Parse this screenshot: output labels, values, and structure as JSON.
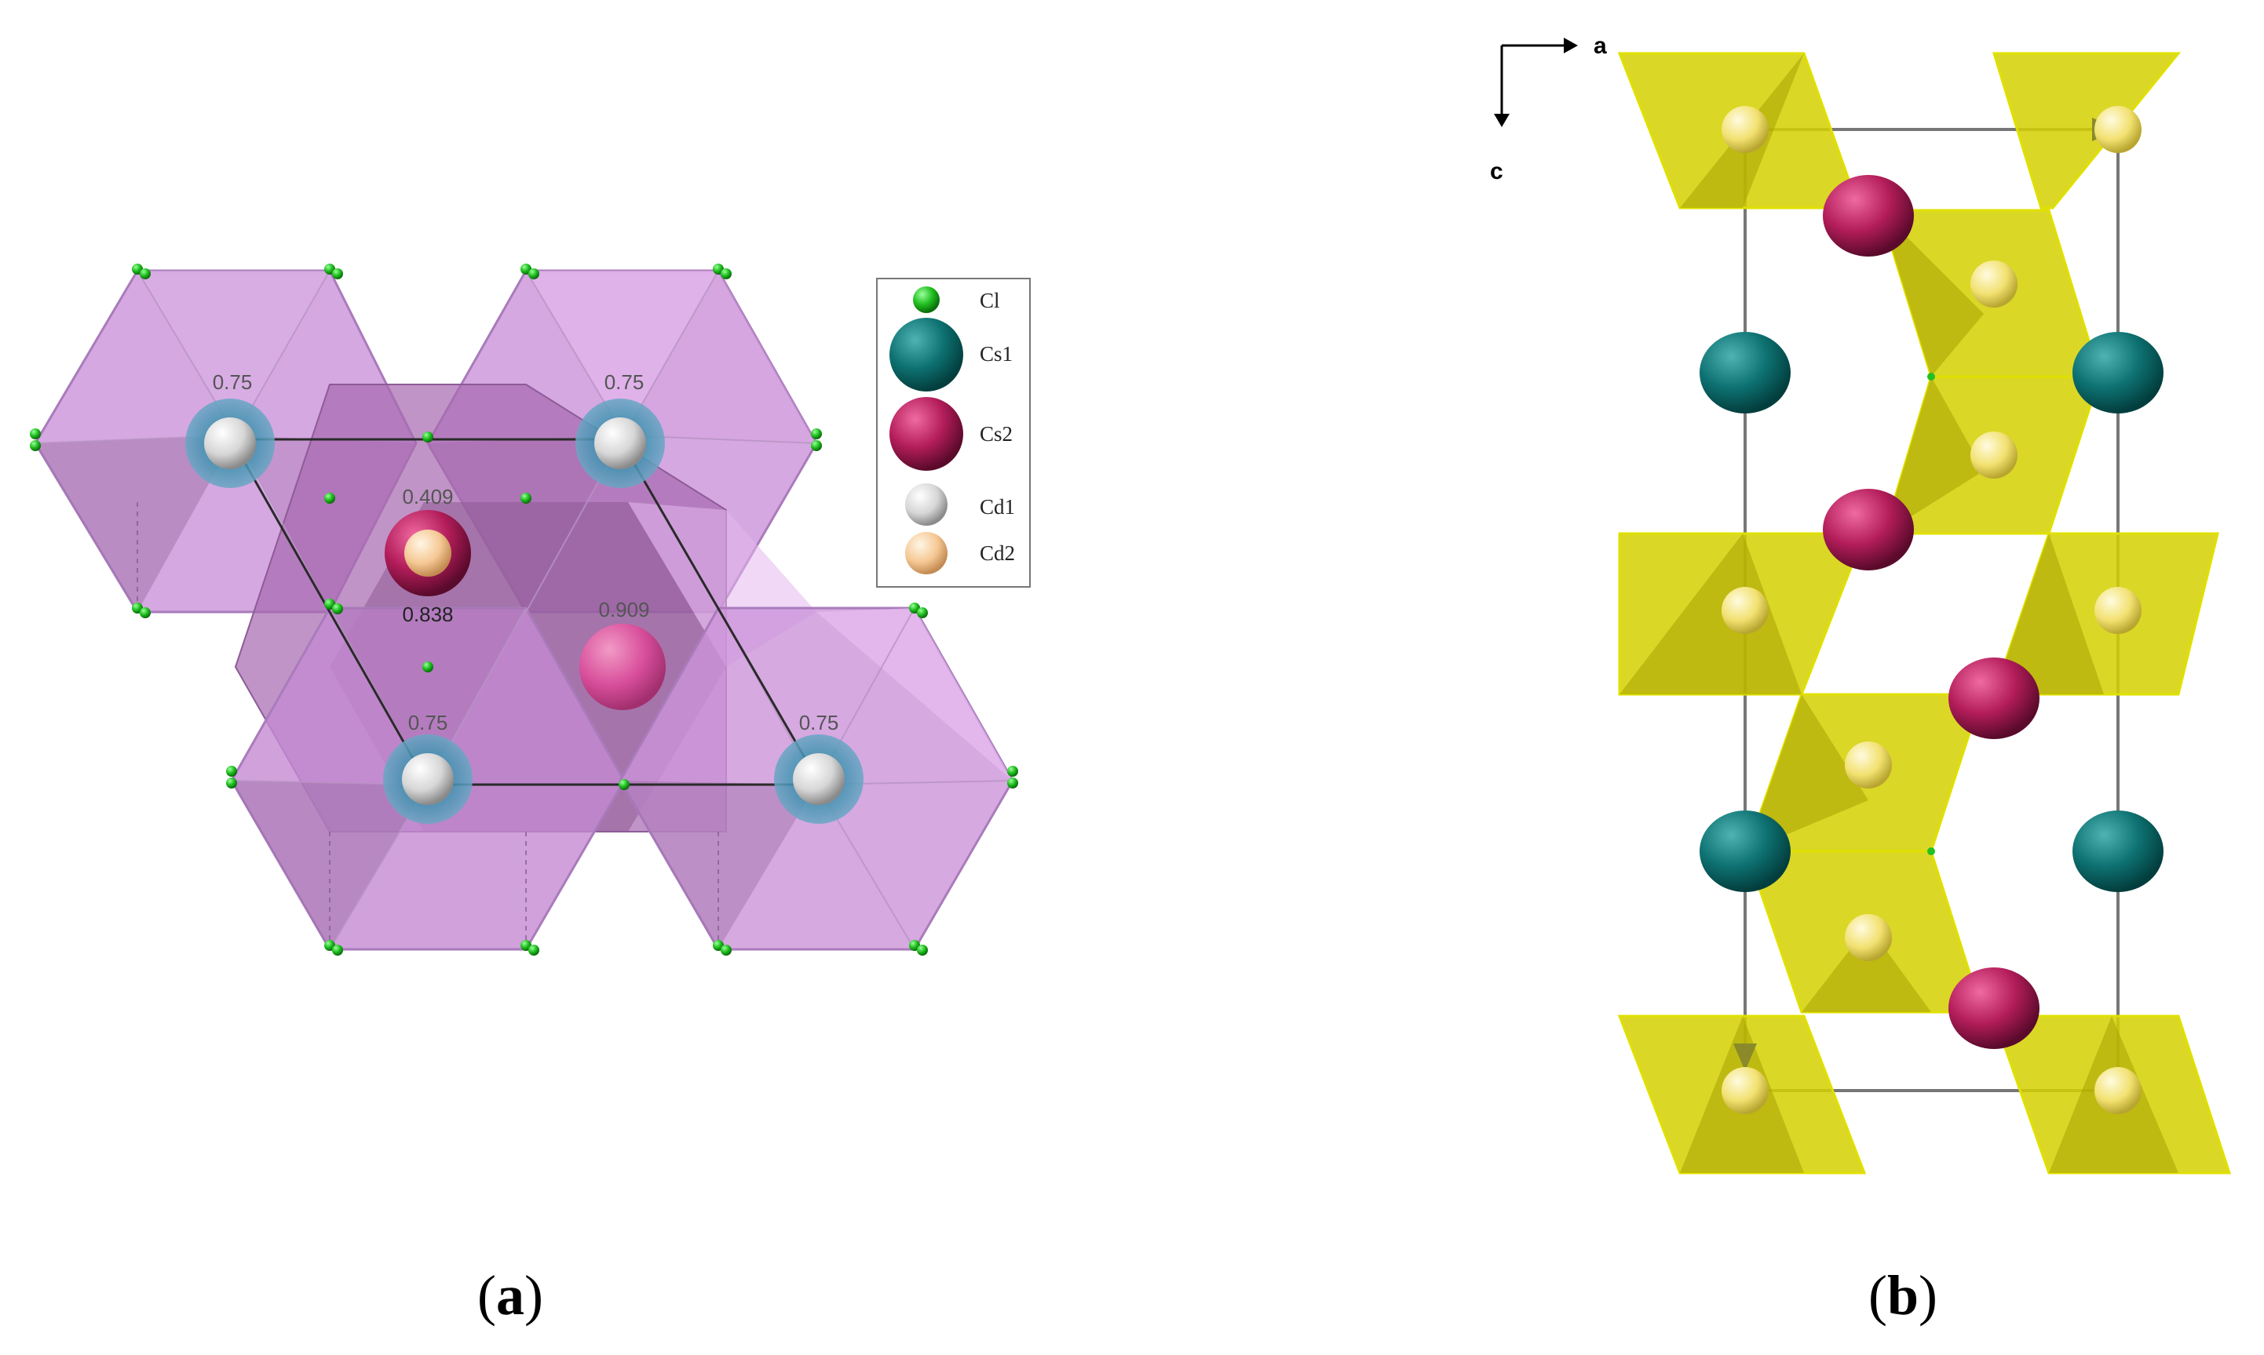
{
  "panel_a": {
    "caption_letter": "a",
    "site_labels": {
      "cd1_tl": "0.75",
      "cd1_tr": "0.75",
      "cd1_bl": "0.75",
      "cd1_br": "0.75",
      "cs2_upper": "0.409",
      "cs2_lower": "0.838",
      "cs2_right": "0.909"
    },
    "legend": [
      {
        "label": "Cl",
        "color": "#22c022"
      },
      {
        "label": "Cs1",
        "color": "#0e7b7b"
      },
      {
        "label": "Cs2",
        "color": "#b8205f"
      },
      {
        "label": "Cd1",
        "color": "#d9d9d9"
      },
      {
        "label": "Cd2",
        "color": "#f6cc9c"
      }
    ],
    "polyhedra_color": "#c989d6"
  },
  "panel_b": {
    "caption_letter": "b",
    "axis_a": "a",
    "axis_c": "c",
    "octahedra_color": "#d9d81c"
  }
}
